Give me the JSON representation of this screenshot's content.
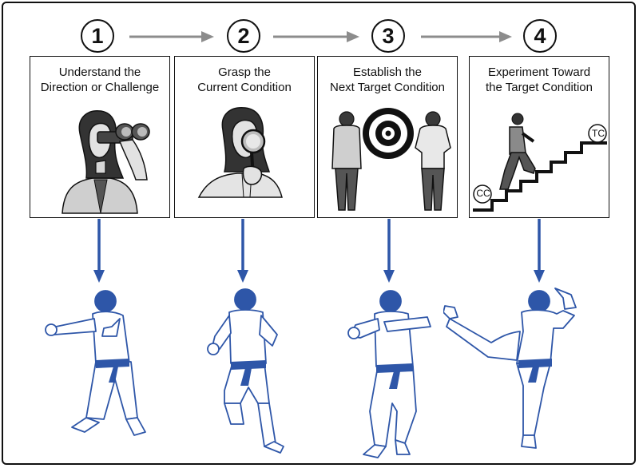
{
  "steps": [
    {
      "number": "1",
      "title_line1": "Understand the",
      "title_line2": "Direction or Challenge",
      "illustration": "person-with-binoculars-icon"
    },
    {
      "number": "2",
      "title_line1": "Grasp the",
      "title_line2": "Current Condition",
      "illustration": "person-with-magnifier-icon"
    },
    {
      "number": "3",
      "title_line1": "Establish the",
      "title_line2": "Next Target Condition",
      "illustration": "people-with-target-icon"
    },
    {
      "number": "4",
      "title_line1": "Experiment Toward",
      "title_line2": "the Target Condition",
      "illustration": "person-climbing-stairs-icon",
      "stair_start_label": "CC",
      "stair_end_label": "TC"
    }
  ],
  "colors": {
    "accent_blue": "#2e56a8",
    "connector_gray": "#8c8c8c",
    "ink": "#111111",
    "figure_gray": "#9a9a9a"
  }
}
